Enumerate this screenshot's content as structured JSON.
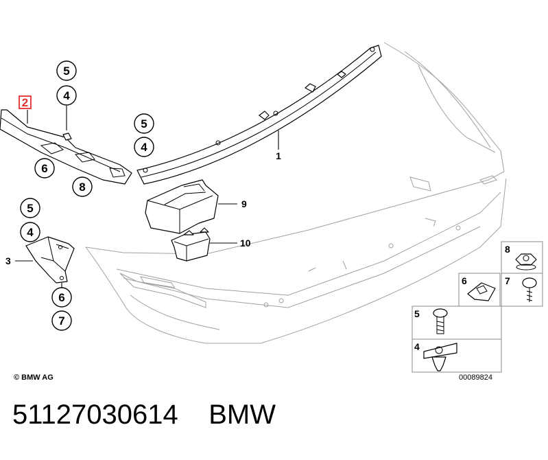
{
  "diagram": {
    "callouts": {
      "c1": "1",
      "c2": "2",
      "c3": "3",
      "c4a": "4",
      "c4b": "4",
      "c4c": "4",
      "c4d": "4",
      "c5a": "5",
      "c5b": "5",
      "c5c": "5",
      "c5d": "5",
      "c6a": "6",
      "c6b": "6",
      "c6c": "6",
      "c7a": "7",
      "c7b": "7",
      "c8a": "8",
      "c8b": "8",
      "c9": "9",
      "c10": "10"
    },
    "copyright": "© BMW AG",
    "image_code": "00089824",
    "highlight_color": "#e03030"
  },
  "footer": {
    "part_number": "51127030614",
    "brand": "BMW"
  }
}
